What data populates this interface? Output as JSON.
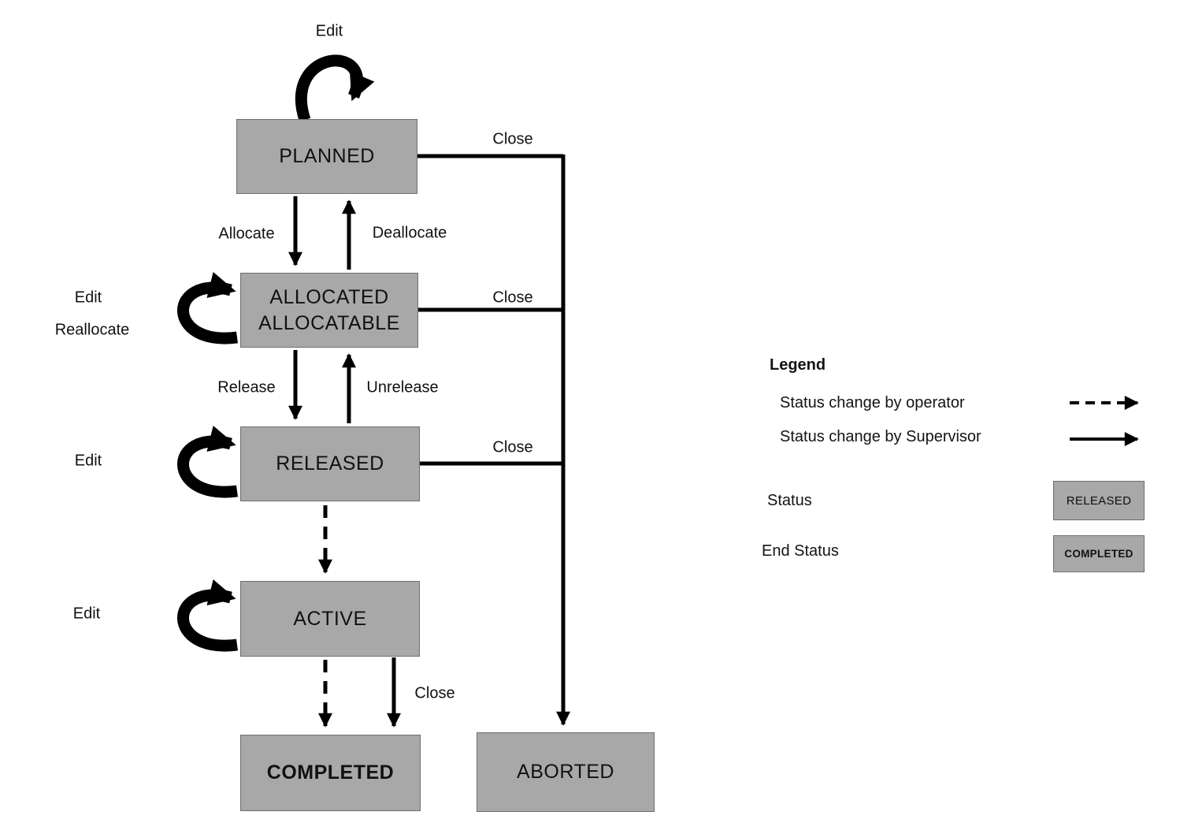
{
  "diagram": {
    "states": {
      "planned": "PLANNED",
      "allocated_line1": "ALLOCATED",
      "allocated_line2": "ALLOCATABLE",
      "released": "RELEASED",
      "active": "ACTIVE",
      "completed": "COMPLETED",
      "aborted": "ABORTED"
    },
    "labels": {
      "edit_planned": "Edit",
      "allocate": "Allocate",
      "deallocate": "Deallocate",
      "edit_allocated": "Edit",
      "reallocate": "Reallocate",
      "close_planned": "Close",
      "close_allocated": "Close",
      "release": "Release",
      "unrelease": "Unrelease",
      "edit_released": "Edit",
      "close_released": "Close",
      "edit_active": "Edit",
      "close_active": "Close"
    }
  },
  "legend": {
    "title": "Legend",
    "operator": "Status change by operator",
    "supervisor": "Status change by Supervisor",
    "status_label": "Status",
    "status_sample": "RELEASED",
    "end_status_label": "End Status",
    "end_status_sample": "COMPLETED"
  },
  "colors": {
    "box_fill": "#a8a8a8",
    "box_border": "#6e6e6e",
    "line": "#000000",
    "background": "#ffffff"
  }
}
